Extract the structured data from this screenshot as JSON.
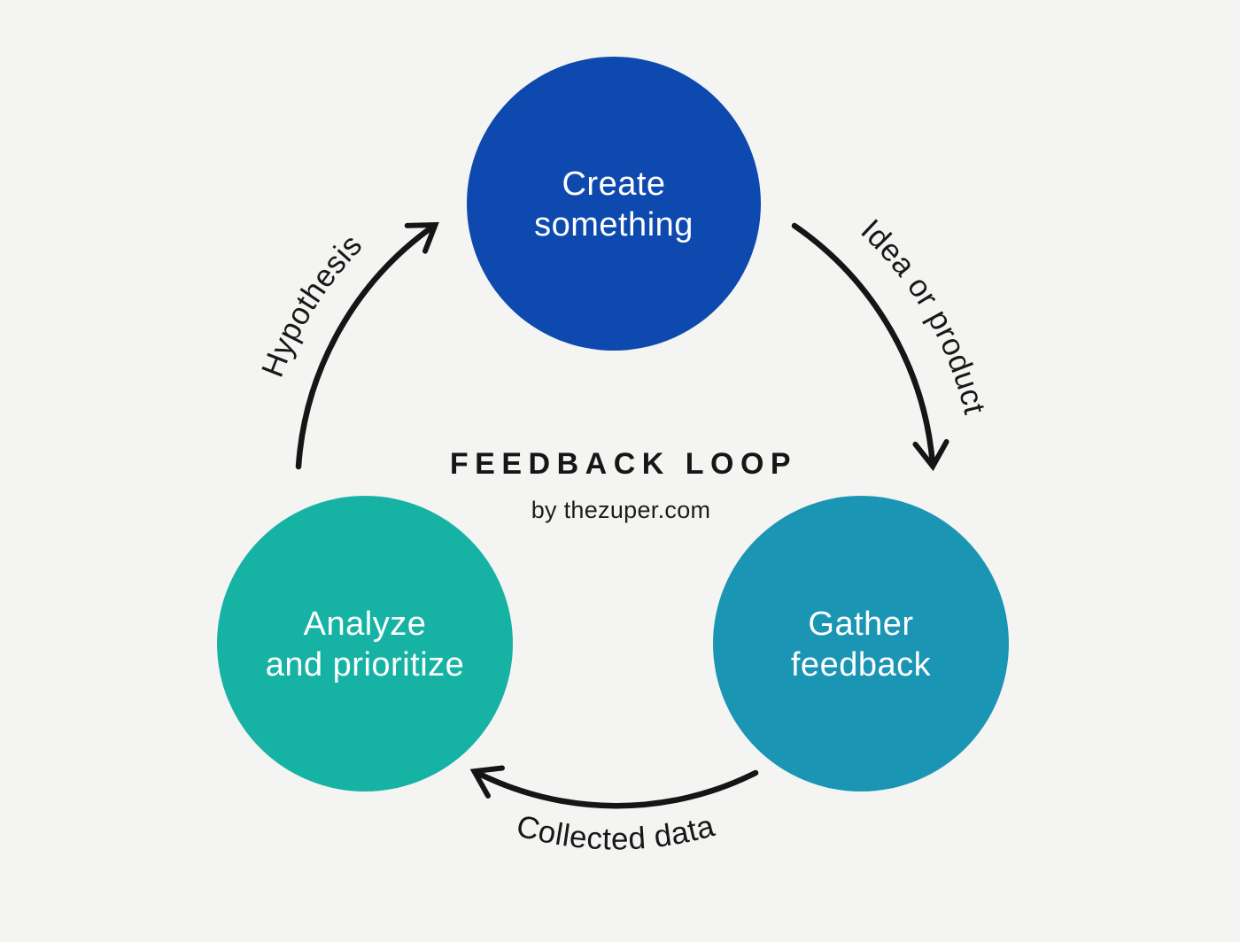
{
  "page": {
    "background_color": "#f4f4f2",
    "text_color": "#161616"
  },
  "title": {
    "label": "FEEDBACK LOOP",
    "byline": "by thezuper.com"
  },
  "nodes": [
    {
      "id": "create-something",
      "line1": "Create",
      "line2": "something",
      "color": "#0d49ae",
      "text_color": "#ffffff"
    },
    {
      "id": "analyze-and-prioritize",
      "line1": "Analyze",
      "line2": "and prioritize",
      "color": "#16b3a4",
      "text_color": "#ffffff"
    },
    {
      "id": "gather-feedback",
      "line1": "Gather",
      "line2": "feedback",
      "color": "#1b95b4",
      "text_color": "#ffffff"
    }
  ],
  "arrows": [
    {
      "id": "hypothesis",
      "label": "Hypothesis",
      "from": "analyze-and-prioritize",
      "to": "create-something",
      "color": "#151515"
    },
    {
      "id": "idea-or-product",
      "label": "Idea or product",
      "from": "create-something",
      "to": "gather-feedback",
      "color": "#151515"
    },
    {
      "id": "collected-data",
      "label": "Collected data",
      "from": "gather-feedback",
      "to": "analyze-and-prioritize",
      "color": "#151515"
    }
  ]
}
